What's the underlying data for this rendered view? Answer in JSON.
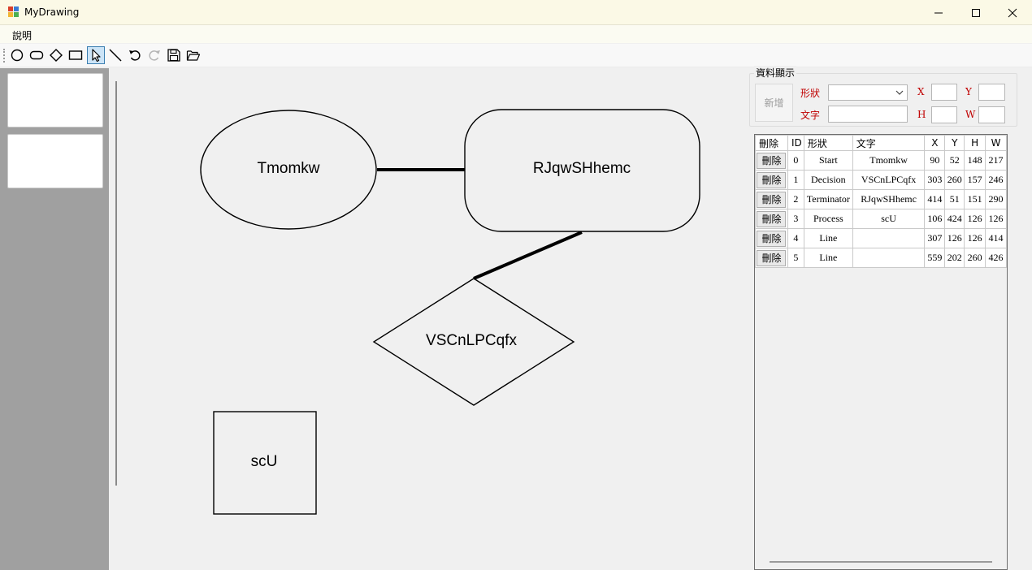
{
  "window": {
    "title": "MyDrawing",
    "minimize_icon": "minimize-icon",
    "maximize_icon": "maximize-icon",
    "close_icon": "close-icon"
  },
  "menu": {
    "items": [
      {
        "label": "說明"
      }
    ]
  },
  "toolbar": {
    "tools": [
      {
        "name": "ellipse-tool",
        "icon": "circle-icon"
      },
      {
        "name": "terminator-tool",
        "icon": "rounded-rect-icon"
      },
      {
        "name": "decision-tool",
        "icon": "diamond-icon"
      },
      {
        "name": "process-tool",
        "icon": "rectangle-icon"
      },
      {
        "name": "select-tool",
        "icon": "cursor-icon",
        "active": true
      },
      {
        "name": "line-tool",
        "icon": "line-icon"
      },
      {
        "name": "undo-tool",
        "icon": "undo-icon"
      },
      {
        "name": "redo-tool",
        "icon": "redo-icon",
        "disabled": true
      },
      {
        "name": "save-tool",
        "icon": "save-icon"
      },
      {
        "name": "open-tool",
        "icon": "folder-open-icon"
      }
    ]
  },
  "canvas": {
    "shapes": [
      {
        "type": "Start",
        "text": "Tmomkw"
      },
      {
        "type": "Terminator",
        "text": "RJqwSHhemc"
      },
      {
        "type": "Decision",
        "text": "VSCnLPCqfx"
      },
      {
        "type": "Process",
        "text": "scU"
      }
    ]
  },
  "panel": {
    "group_title": "資料顯示",
    "add_button": "新增",
    "shape_label": "形狀",
    "text_label": "文字",
    "x_label": "X",
    "y_label": "Y",
    "h_label": "H",
    "w_label": "W",
    "shape_value": "",
    "text_value": "",
    "x_value": "",
    "y_value": "",
    "h_value": "",
    "w_value": ""
  },
  "grid": {
    "headers": {
      "del": "刪除",
      "id": "ID",
      "shape": "形狀",
      "text": "文字",
      "x": "X",
      "y": "Y",
      "h": "H",
      "w": "W"
    },
    "delete_label": "刪除",
    "rows": [
      {
        "id": "0",
        "shape": "Start",
        "text": "Tmomkw",
        "x": "90",
        "y": "52",
        "h": "148",
        "w": "217"
      },
      {
        "id": "1",
        "shape": "Decision",
        "text": "VSCnLPCqfx",
        "x": "303",
        "y": "260",
        "h": "157",
        "w": "246"
      },
      {
        "id": "2",
        "shape": "Terminator",
        "text": "RJqwSHhemc",
        "x": "414",
        "y": "51",
        "h": "151",
        "w": "290"
      },
      {
        "id": "3",
        "shape": "Process",
        "text": "scU",
        "x": "106",
        "y": "424",
        "h": "126",
        "w": "126"
      },
      {
        "id": "4",
        "shape": "Line",
        "text": "",
        "x": "307",
        "y": "126",
        "h": "126",
        "w": "414"
      },
      {
        "id": "5",
        "shape": "Line",
        "text": "",
        "x": "559",
        "y": "202",
        "h": "260",
        "w": "426"
      }
    ]
  }
}
